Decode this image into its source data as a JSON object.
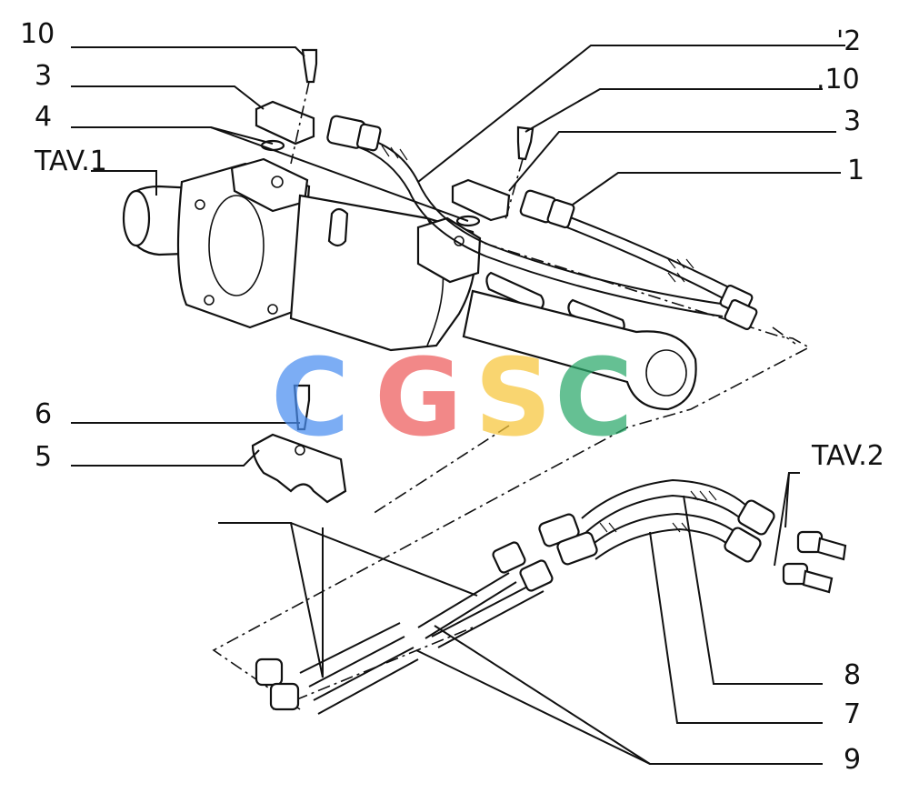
{
  "callouts": {
    "n10_top": "10",
    "n3_top": "3",
    "n4": "4",
    "tav1": "TAV.1",
    "n2": "'2",
    "n10_right": ".10",
    "n3_right": "3",
    "n1": "1",
    "n6": "6",
    "n5": "5",
    "tav2": "TAV.2",
    "n8": "8",
    "n7": "7",
    "n9": "9"
  },
  "watermark": {
    "letters": [
      "C",
      "G",
      "S",
      "C"
    ],
    "colors": [
      "#4a8ef0",
      "#ee5b5b",
      "#f7c63a",
      "#2aa86a"
    ]
  }
}
